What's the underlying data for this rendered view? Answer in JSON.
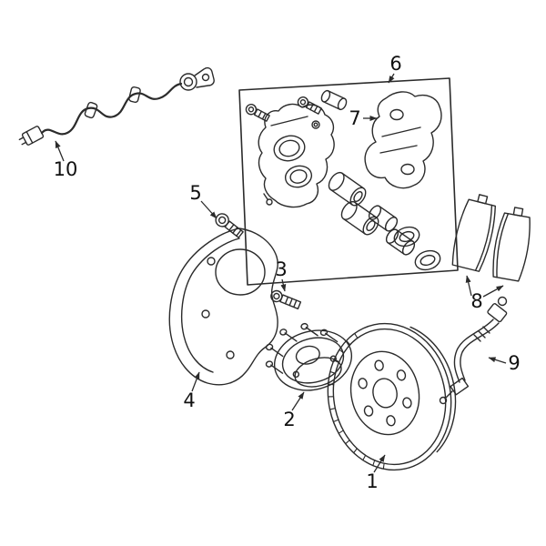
{
  "diagram": {
    "background": "#ffffff",
    "line_color": "#2b2b2b",
    "text_color": "#111111",
    "callouts": [
      {
        "label": "1",
        "part": "brake-rotor"
      },
      {
        "label": "2",
        "part": "wheel-hub-bearing"
      },
      {
        "label": "3",
        "part": "wheel-stud"
      },
      {
        "label": "4",
        "part": "splash-shield"
      },
      {
        "label": "5",
        "part": "shield-bolt"
      },
      {
        "label": "6",
        "part": "caliper-assembly-box"
      },
      {
        "label": "7",
        "part": "caliper-mounting-bracket"
      },
      {
        "label": "8",
        "part": "brake-pads"
      },
      {
        "label": "9",
        "part": "brake-hose"
      },
      {
        "label": "10",
        "part": "abs-wheel-speed-sensor"
      }
    ]
  }
}
